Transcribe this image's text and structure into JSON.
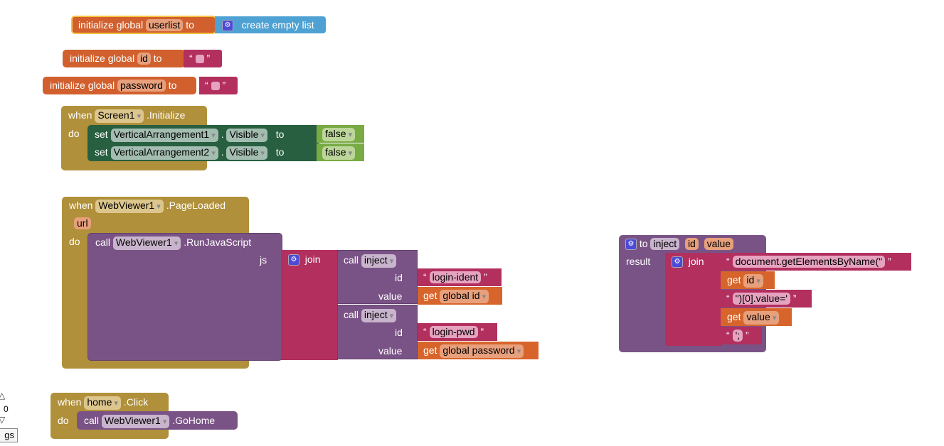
{
  "init_userlist": {
    "prefix": "initialize global",
    "name": "userlist",
    "to": "to",
    "value": "create empty list"
  },
  "init_id": {
    "prefix": "initialize global",
    "name": "id",
    "to": "to"
  },
  "init_password": {
    "prefix": "initialize global",
    "name": "password",
    "to": "to"
  },
  "quote_open": "“",
  "quote_close": "”",
  "screen_init": {
    "when": "when",
    "component": "Screen1",
    "event": ".Initialize",
    "do": "do",
    "sets": [
      {
        "set": "set",
        "component": "VerticalArrangement1",
        "dot": ".",
        "prop": "Visible",
        "to": "to",
        "value": "false"
      },
      {
        "set": "set",
        "component": "VerticalArrangement2",
        "dot": ".",
        "prop": "Visible",
        "to": "to",
        "value": "false"
      }
    ]
  },
  "page_loaded": {
    "when": "when",
    "component": "WebViewer1",
    "event": ".PageLoaded",
    "param": "url",
    "do": "do",
    "call": "call",
    "call_component": "WebViewer1",
    "method": ".RunJavaScript",
    "js": "js",
    "join": "join",
    "calls": [
      {
        "call": "call",
        "proc": "inject",
        "id_label": "id",
        "id_value": "login-ident",
        "value_label": "value",
        "get": "get",
        "var": "global id"
      },
      {
        "call": "call",
        "proc": "inject",
        "id_label": "id",
        "id_value": "login-pwd",
        "value_label": "value",
        "get": "get",
        "var": "global password"
      }
    ]
  },
  "inject_proc": {
    "to": "to",
    "name": "inject",
    "params": [
      "id",
      "value"
    ],
    "result": "result",
    "join": "join",
    "get": "get",
    "items": [
      "document.getElementsByName(\"",
      "id",
      "\")[0].value='",
      "value",
      "';"
    ]
  },
  "home_click": {
    "when": "when",
    "component": "home",
    "event": ".Click",
    "do": "do",
    "call": "call",
    "call_component": "WebViewer1",
    "method": ".GoHome"
  },
  "left_widget": {
    "count": "0",
    "button": "gs"
  }
}
